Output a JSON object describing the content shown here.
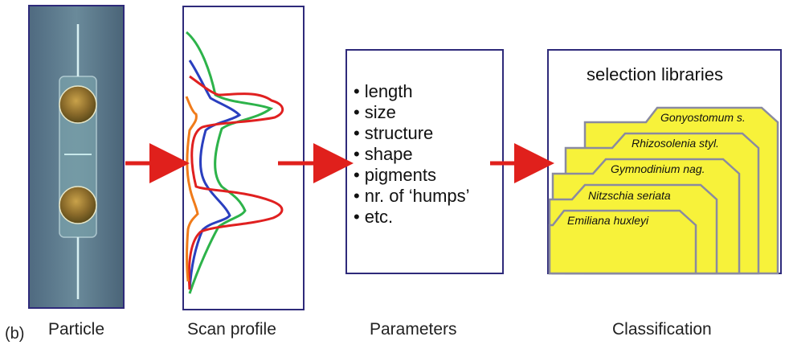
{
  "figure_label": "(b)",
  "panels": {
    "particle": "Particle",
    "scan_profile": "Scan profile",
    "parameters": "Parameters",
    "classification": "Classification"
  },
  "parameters": {
    "items": [
      "length",
      "size",
      "structure",
      "shape",
      "pigments",
      "nr. of ‘humps’",
      "etc."
    ]
  },
  "classification": {
    "title": "selection libraries",
    "species": [
      "Gonyostomum s.",
      "Rhizosolenia styl.",
      "Gymnodinium nag.",
      "Nitzschia seriata",
      "Emiliana huxleyi"
    ]
  },
  "colors": {
    "frame": "#2e2a7a",
    "arrow": "#e0201c",
    "folder_fill": "#f7f23a",
    "folder_edge": "#8a8aa0",
    "scan_red": "#e02020",
    "scan_green": "#2db34a",
    "scan_blue": "#2a3fbf",
    "scan_orange": "#f07b1a"
  }
}
